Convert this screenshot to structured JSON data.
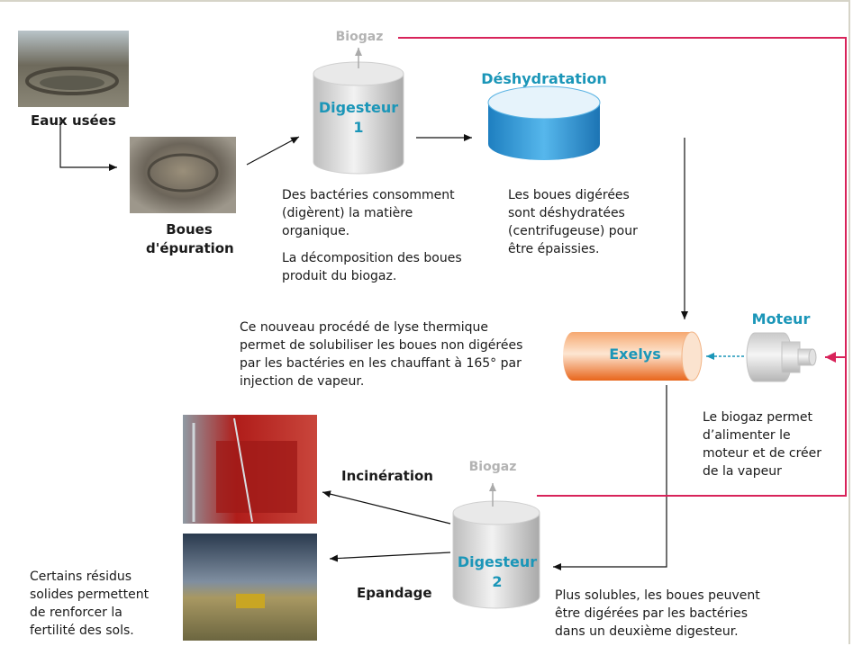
{
  "labels": {
    "eaux_usees": "Eaux usées",
    "boues_epuration": "Boues\nd'épuration",
    "biogaz_top": "Biogaz",
    "digesteur1": "Digesteur\n1",
    "deshydratation": "Déshydratation",
    "exelys": "Exelys",
    "moteur": "Moteur",
    "biogaz_bottom": "Biogaz",
    "digesteur2": "Digesteur\n2",
    "incineration": "Incinération",
    "epandage": "Epandage"
  },
  "texts": {
    "digestion_desc_1": "Des bactéries consomment\n(digèrent) la matière\norganique.",
    "digestion_desc_2": "La décomposition des boues\nproduit du biogaz.",
    "deshydratation_desc": "Les boues digérées\nsont déshydratées\n(centrifugeuse) pour\nêtre épaissies.",
    "exelys_desc": "Ce nouveau procédé de lyse thermique\npermet de solubiliser les boues non digérées\npar les bactéries en les chauffant à 165° par\ninjection de vapeur.",
    "moteur_desc": "Le biogaz permet\nd’alimenter le\nmoteur et de créer\nde la vapeur",
    "digesteur2_desc": "Plus solubles, les boues peuvent\nêtre digérées par les bactéries\ndans un deuxième digesteur.",
    "residus_desc": "Certains résidus\nsolides permettent\nde renforcer la\nfertilité des sols."
  },
  "colors": {
    "accent_teal": "#1b96b8",
    "biogaz_line": "#d8235a",
    "biogaz_label": "#b3b3b3",
    "exelys_orange": "#f07a2a",
    "deshydratation_blue": "#2e9cd8"
  }
}
